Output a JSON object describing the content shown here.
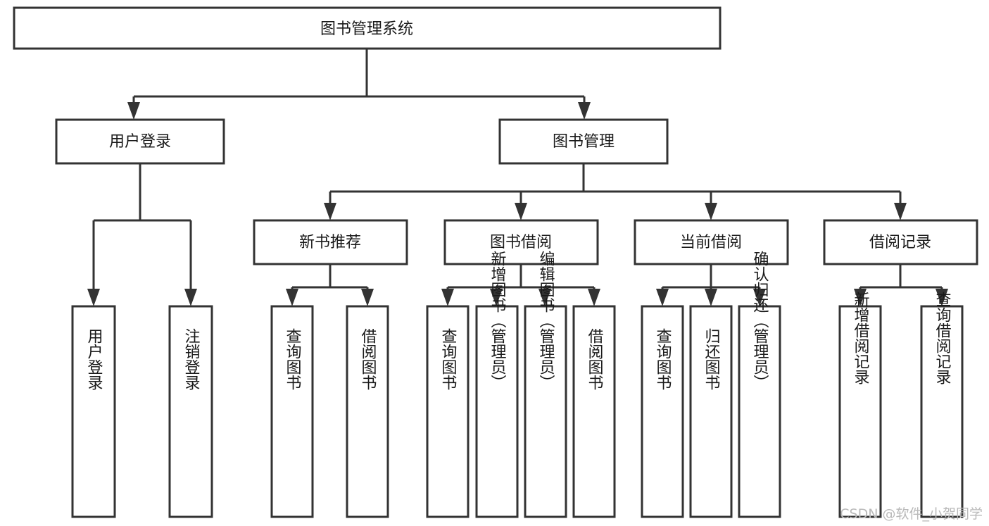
{
  "diagram": {
    "type": "hierarchy-tree",
    "title": "图书管理系统",
    "background_color": "#ffffff",
    "line_color": "#333333",
    "text_color": "#1a1a1a",
    "root": {
      "id": "root",
      "label": "图书管理系统",
      "orientation": "horizontal"
    },
    "level2": [
      {
        "id": "user-login",
        "label": "用户登录",
        "orientation": "horizontal"
      },
      {
        "id": "book-manage",
        "label": "图书管理",
        "orientation": "horizontal"
      }
    ],
    "level3": [
      {
        "id": "new-book-rec",
        "label": "新书推荐",
        "parent": "book-manage",
        "orientation": "horizontal"
      },
      {
        "id": "book-borrow",
        "label": "图书借阅",
        "parent": "book-manage",
        "orientation": "horizontal"
      },
      {
        "id": "current-borrow",
        "label": "当前借阅",
        "parent": "book-manage",
        "orientation": "horizontal"
      },
      {
        "id": "borrow-record",
        "label": "借阅记录",
        "parent": "book-manage",
        "orientation": "horizontal"
      }
    ],
    "leaves": [
      {
        "id": "leaf-user-login",
        "label": "用户登录",
        "parent": "user-login",
        "orientation": "vertical"
      },
      {
        "id": "leaf-user-logout",
        "label": "注销登录",
        "parent": "user-login",
        "orientation": "vertical"
      },
      {
        "id": "leaf-query-book-1",
        "label": "查询图书",
        "parent": "new-book-rec",
        "orientation": "vertical"
      },
      {
        "id": "leaf-borrow-book-1",
        "label": "借阅图书",
        "parent": "new-book-rec",
        "orientation": "vertical"
      },
      {
        "id": "leaf-query-book-2",
        "label": "查询图书",
        "parent": "book-borrow",
        "orientation": "vertical"
      },
      {
        "id": "leaf-add-book",
        "label": "新增图书（管理员）",
        "parent": "book-borrow",
        "orientation": "vertical"
      },
      {
        "id": "leaf-edit-book",
        "label": "编辑图书（管理员）",
        "parent": "book-borrow",
        "orientation": "vertical"
      },
      {
        "id": "leaf-borrow-book-2",
        "label": "借阅图书",
        "parent": "book-borrow",
        "orientation": "vertical"
      },
      {
        "id": "leaf-query-book-3",
        "label": "查询图书",
        "parent": "current-borrow",
        "orientation": "vertical"
      },
      {
        "id": "leaf-return-book",
        "label": "归还图书",
        "parent": "current-borrow",
        "orientation": "vertical"
      },
      {
        "id": "leaf-confirm-return",
        "label": "确认归还（管理员）",
        "parent": "current-borrow",
        "orientation": "vertical"
      },
      {
        "id": "leaf-add-record",
        "label": "新增借阅记录",
        "parent": "borrow-record",
        "orientation": "vertical"
      },
      {
        "id": "leaf-query-record",
        "label": "查询借阅记录",
        "parent": "borrow-record",
        "orientation": "vertical"
      }
    ]
  },
  "watermark": {
    "text": "CSDN @软件_小贺同学"
  }
}
